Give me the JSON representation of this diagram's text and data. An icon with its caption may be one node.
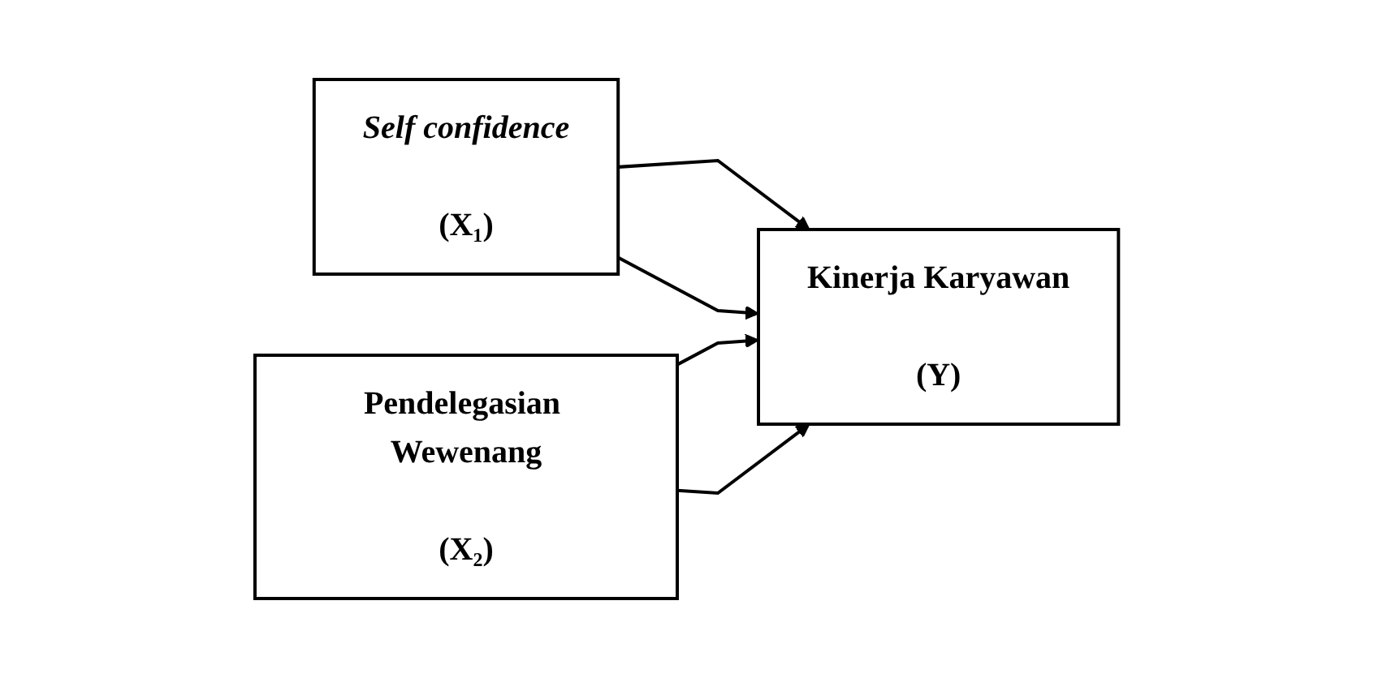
{
  "diagram": {
    "nodes": [
      {
        "text": [
          "Self confidence",
          "(X₁)"
        ]
      },
      {
        "text": [
          "Pendelegasian Wewenang",
          "(X₂)"
        ]
      },
      {
        "text": [
          "Kinerja Karyawan",
          "(Y)"
        ]
      }
    ],
    "edges": [
      {
        "from": 0,
        "to": 2,
        "arrow": "to"
      },
      {
        "from": 0,
        "to": 2,
        "arrow": "to"
      },
      {
        "from": 1,
        "to": 2,
        "arrow": "to"
      },
      {
        "from": 1,
        "to": 2,
        "arrow": "to"
      }
    ]
  }
}
